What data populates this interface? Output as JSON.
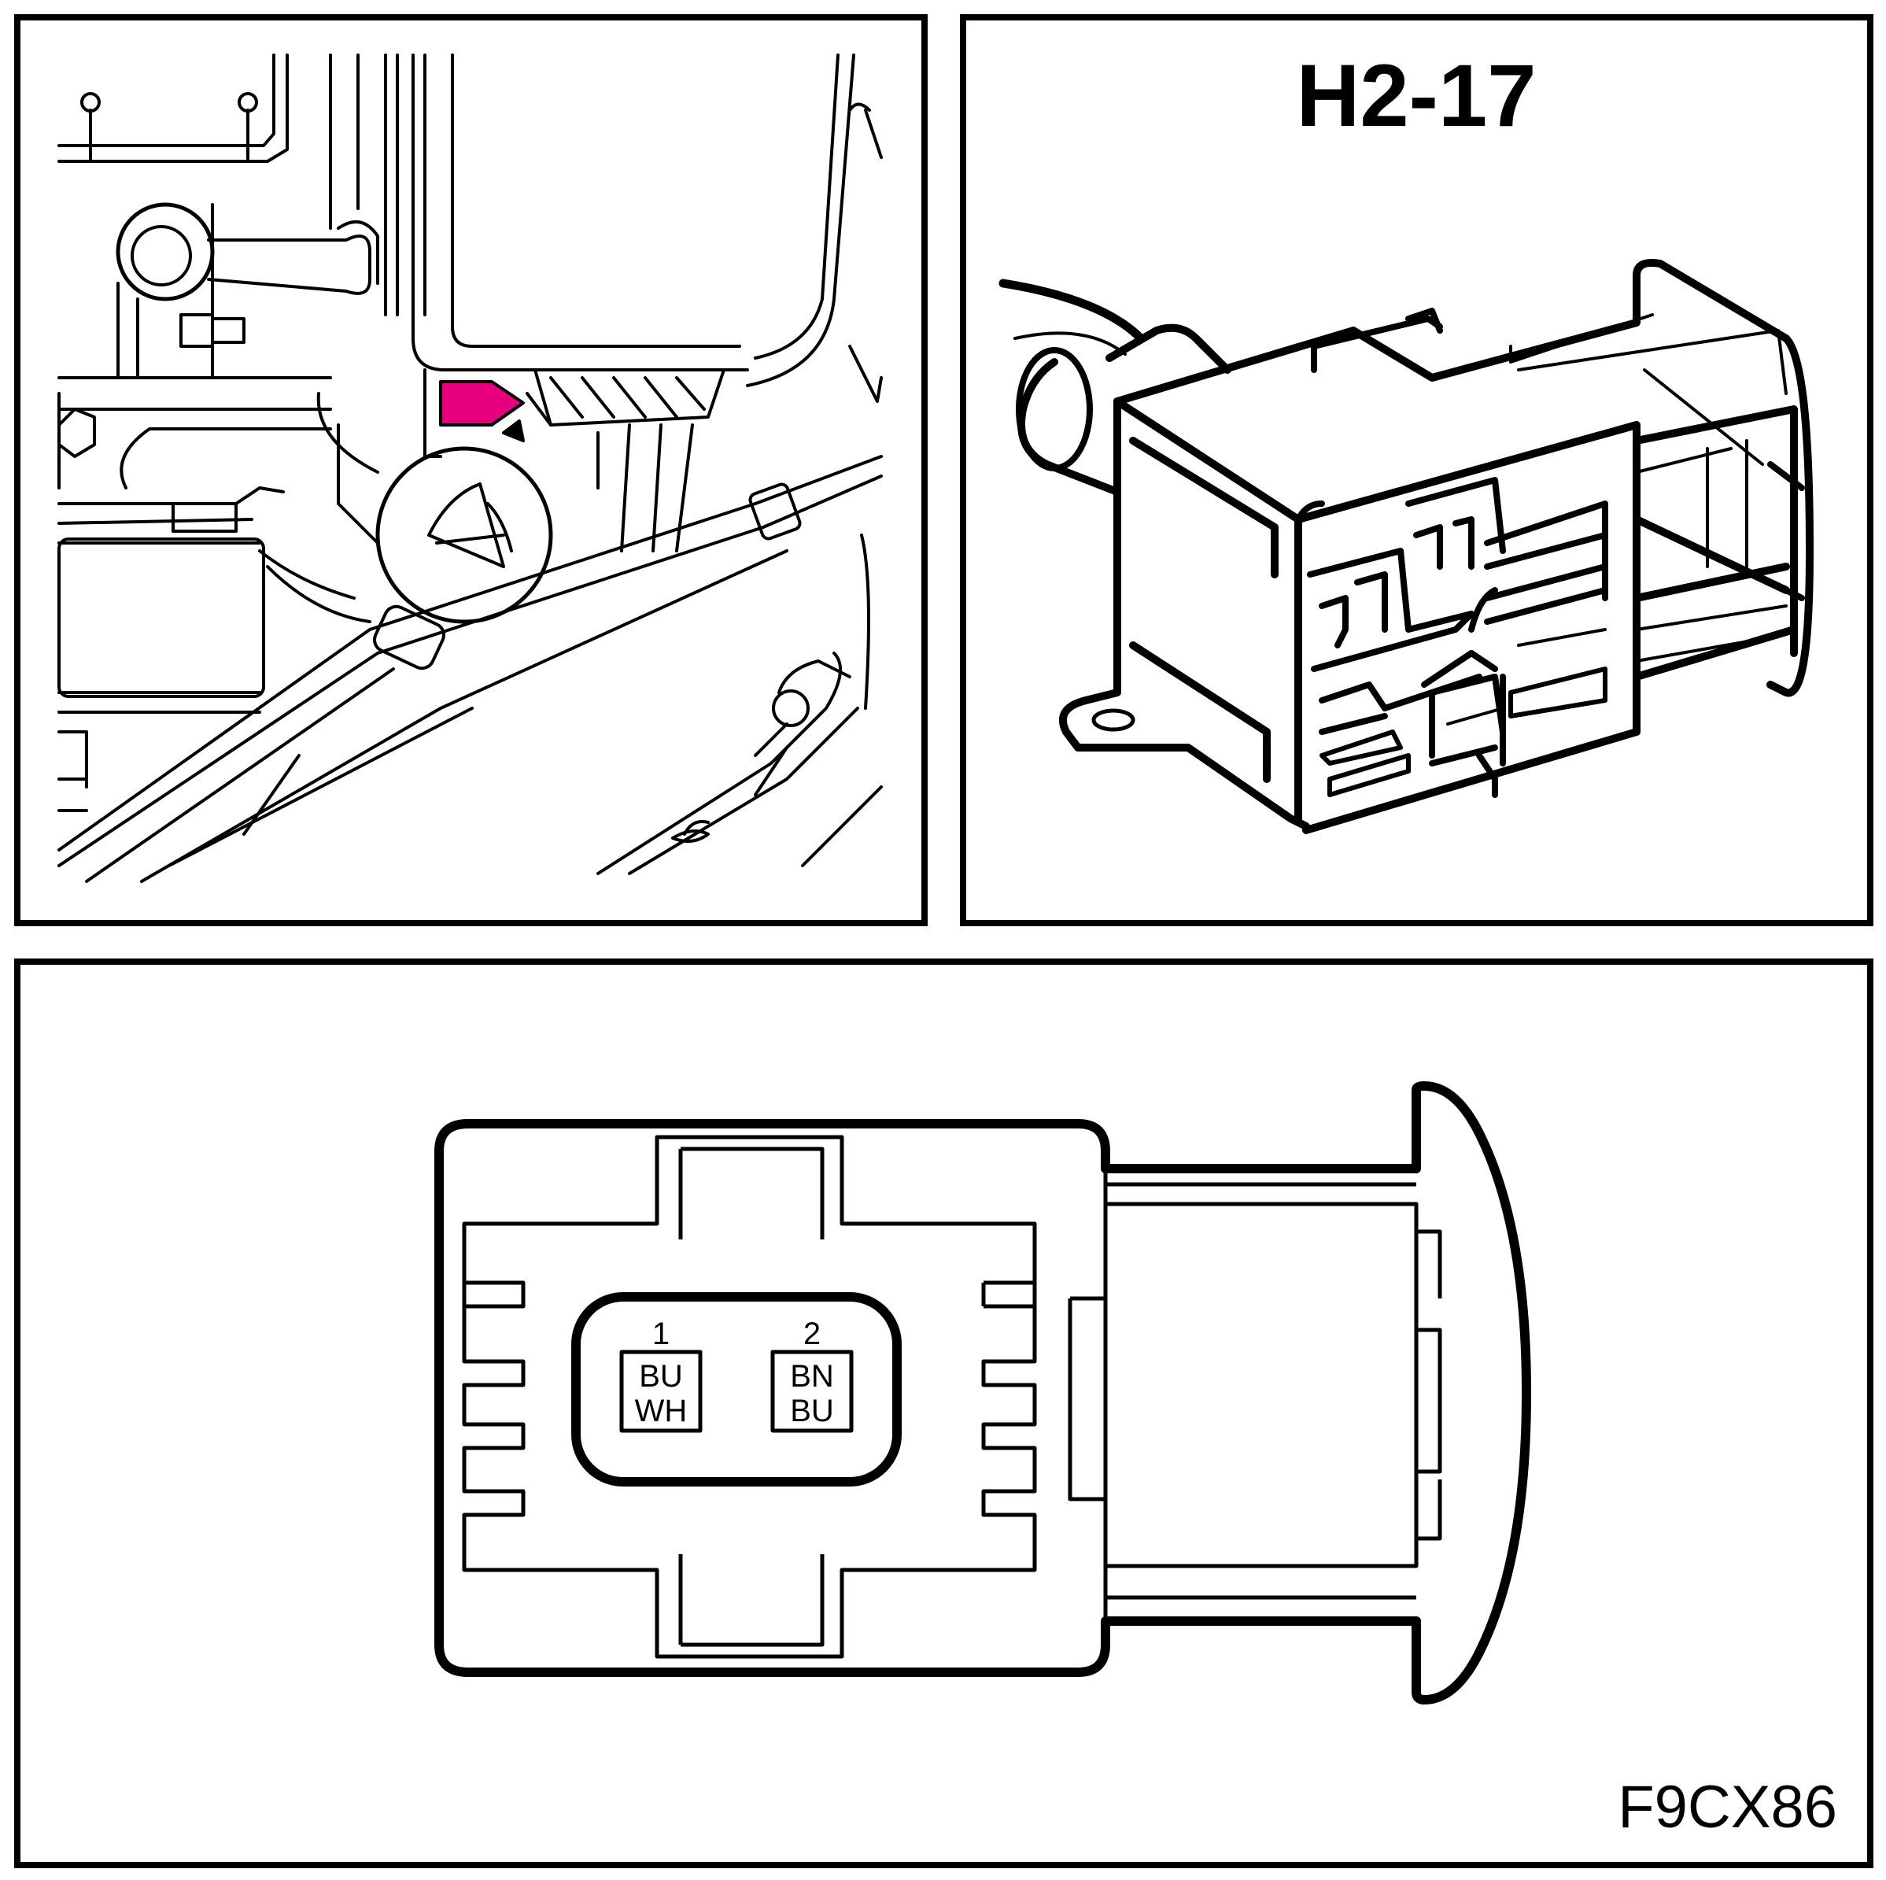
{
  "connector_id": "H2-17",
  "figure_code": "F9CX86",
  "pins": [
    {
      "number": "1",
      "wire_line1": "BU",
      "wire_line2": "WH"
    },
    {
      "number": "2",
      "wire_line1": "BN",
      "wire_line2": "BU"
    }
  ],
  "colors": {
    "ink": "#000000",
    "highlight": "#e6007e",
    "background": "#ffffff"
  }
}
